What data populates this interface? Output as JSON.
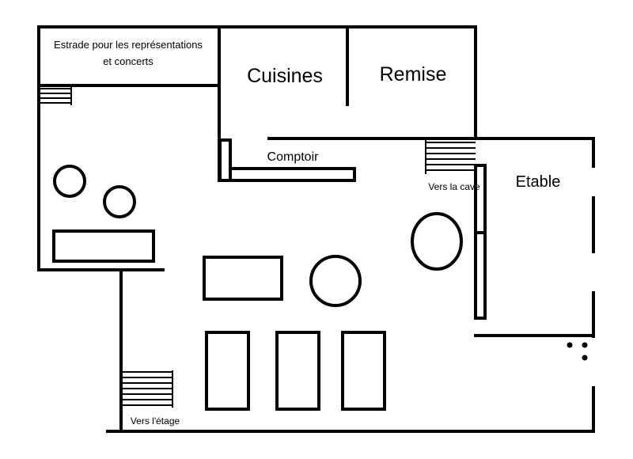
{
  "rooms": {
    "stage_line1": "Estrade pour les représentations",
    "stage_line2": "et concerts",
    "kitchens": "Cuisines",
    "storage": "Remise",
    "counter": "Comptoir",
    "stable": "Etable"
  },
  "stairs": {
    "to_cellar": "Vers la cave",
    "to_upstairs": "Vers l'étage"
  }
}
